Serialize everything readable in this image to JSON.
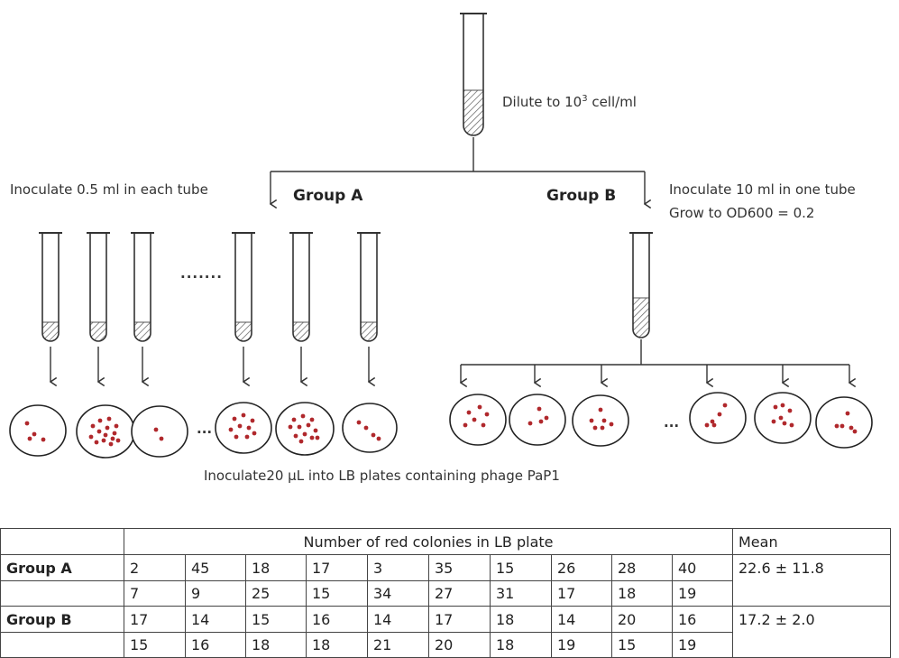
{
  "labels": {
    "dilute_prefix": "Dilute to 10",
    "dilute_exp": "3",
    "dilute_suffix": " cell/ml",
    "inoculate_a": "Inoculate 0.5 ml in each tube",
    "group_a": "Group A",
    "group_b": "Group B",
    "inoculate_b": "Inoculate 10 ml in one tube",
    "grow": "Grow to OD600 = 0.2",
    "tube_dots": "·······",
    "plate_dots_a": "···",
    "plate_dots_b": "···",
    "plate_caption": "Inoculate20 µL into LB plates containing phage PaP1"
  },
  "colors": {
    "colony": "#b0282c",
    "line": "#333333",
    "hatch": "#555555"
  },
  "table": {
    "header": "Number of red colonies in LB plate",
    "mean_header": "Mean",
    "groups": [
      {
        "name": "Group A",
        "row1": [
          "2",
          "45",
          "18",
          "17",
          "3",
          "35",
          "15",
          "26",
          "28",
          "40"
        ],
        "row2": [
          "7",
          "9",
          "25",
          "15",
          "34",
          "27",
          "31",
          "17",
          "18",
          "19"
        ],
        "mean": "22.6 ± 11.8"
      },
      {
        "name": "Group B",
        "row1": [
          "17",
          "14",
          "15",
          "16",
          "14",
          "17",
          "18",
          "14",
          "20",
          "16"
        ],
        "row2": [
          "15",
          "16",
          "18",
          "18",
          "21",
          "20",
          "18",
          "19",
          "15",
          "19"
        ],
        "mean": "17.2 ± 2.0"
      }
    ]
  }
}
